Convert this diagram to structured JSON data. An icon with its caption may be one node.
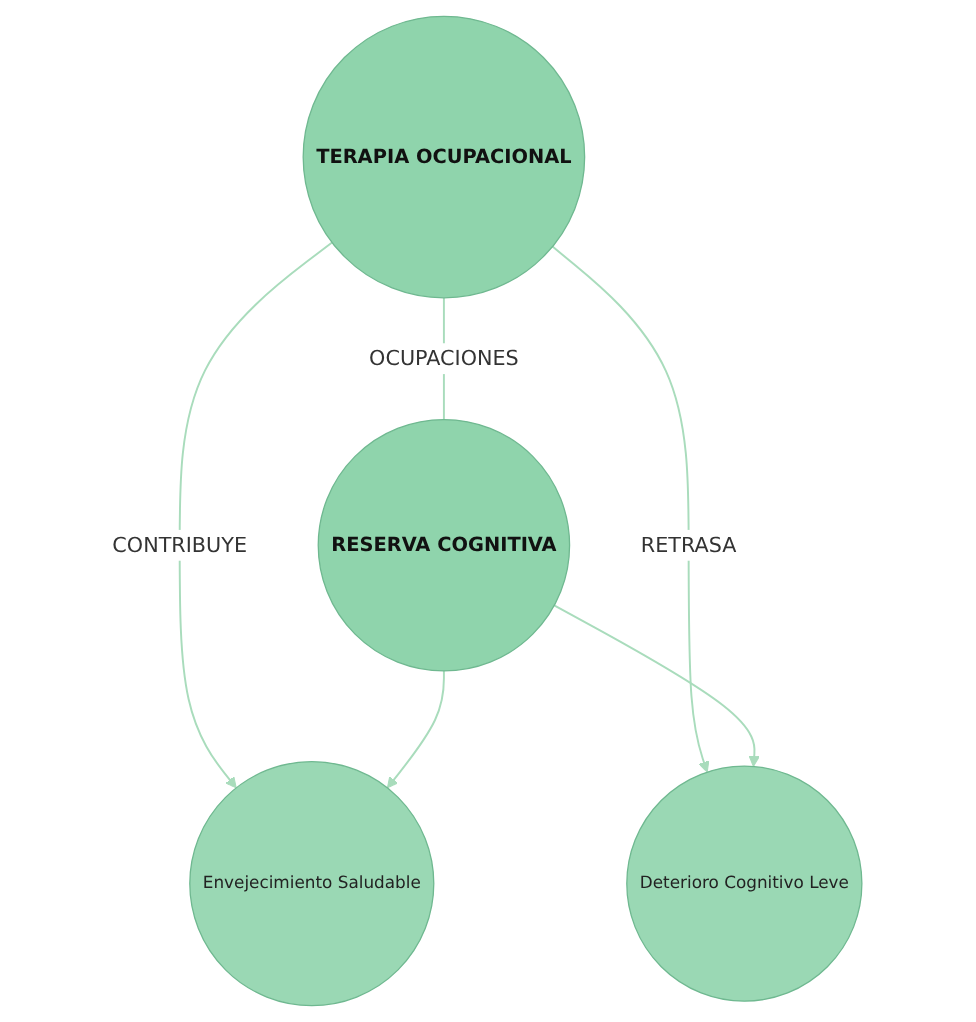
{
  "diagram": {
    "nodes": [
      {
        "text": [
          "TERAPIA OCUPACIONAL"
        ]
      },
      {
        "text": [
          "RESERVA COGNITIVA"
        ]
      },
      {
        "text": [
          "Envejecimiento Saludable"
        ]
      },
      {
        "text": [
          "Deterioro Cognitivo Leve"
        ]
      }
    ],
    "edges": [
      {
        "from": 0,
        "to": 1,
        "label": "OCUPACIONES",
        "arrow": "none"
      },
      {
        "from": 0,
        "to": 2,
        "label": "CONTRIBUYE",
        "arrow": "to"
      },
      {
        "from": 0,
        "to": 3,
        "label": "RETRASA",
        "arrow": "to"
      },
      {
        "from": 1,
        "to": 2,
        "arrow": "to"
      },
      {
        "from": 1,
        "to": 3,
        "arrow": "to"
      }
    ]
  }
}
